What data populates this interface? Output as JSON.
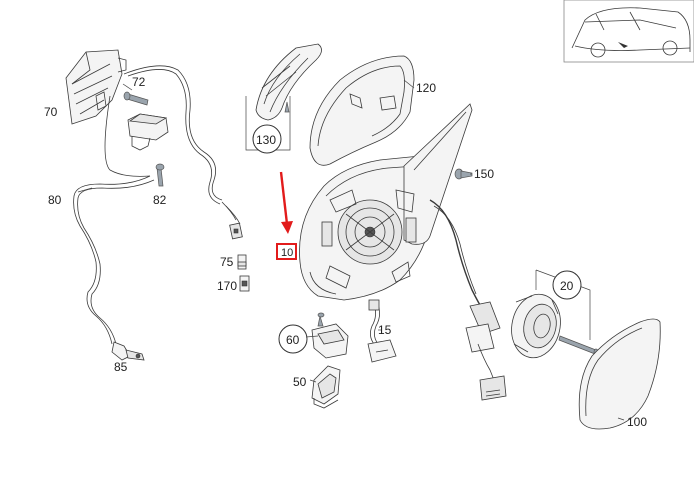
{
  "colors": {
    "arrow": "#e21b1b",
    "highlight_box": "#e21b1b",
    "ink": "#222222"
  },
  "labels": {
    "l72": "72",
    "l70": "70",
    "l82": "82",
    "l80": "80",
    "l75": "75",
    "l170": "170",
    "l85": "85",
    "l120": "120",
    "l130": "130",
    "l150": "150",
    "l10": "10",
    "l20": "20",
    "l60": "60",
    "l15": "15",
    "l50": "50",
    "l100": "100"
  }
}
